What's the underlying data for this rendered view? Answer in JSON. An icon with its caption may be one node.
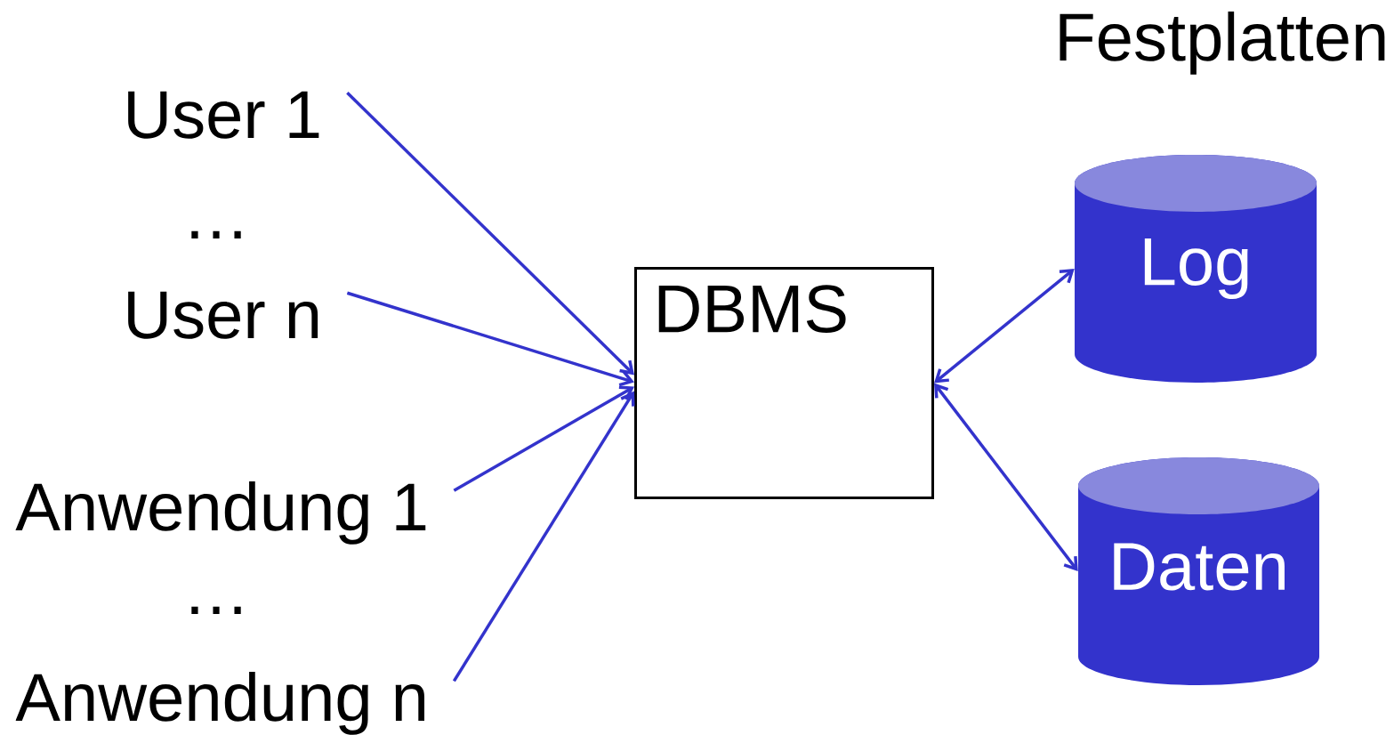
{
  "diagram": {
    "nodes": [
      {
        "text": [
          "User 1"
        ]
      },
      {
        "text": [
          "User n"
        ]
      },
      {
        "text": [
          "Anwendung 1"
        ]
      },
      {
        "text": [
          "Anwendung n"
        ]
      },
      {
        "text": [
          "DBMS"
        ]
      },
      {
        "text": [
          "Log"
        ]
      },
      {
        "text": [
          "Daten"
        ]
      }
    ],
    "edges": [
      {
        "from": 0,
        "to": 4,
        "arrow": "to"
      },
      {
        "from": 1,
        "to": 4,
        "arrow": "to"
      },
      {
        "from": 2,
        "to": 4,
        "arrow": "to"
      },
      {
        "from": 3,
        "to": 4,
        "arrow": "to"
      },
      {
        "from": 4,
        "to": 5,
        "arrow": "both"
      },
      {
        "from": 4,
        "to": 6,
        "arrow": "both"
      }
    ],
    "labels": [
      "Festplatten",
      "…",
      "…"
    ]
  }
}
